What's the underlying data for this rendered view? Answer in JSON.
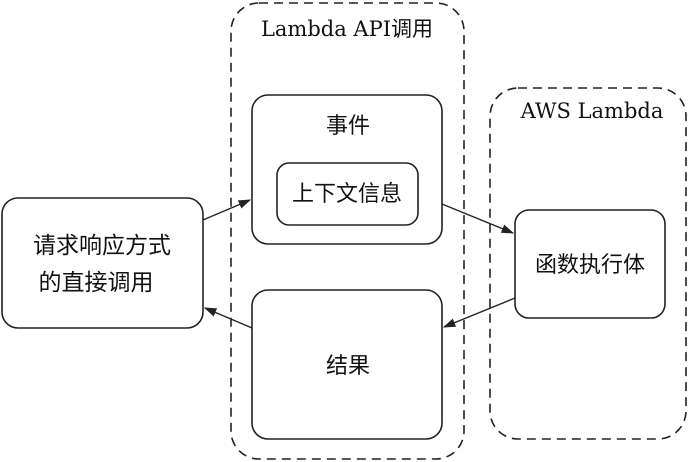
{
  "groups": {
    "api_invocation": {
      "title": "Lambda API调用"
    },
    "aws_lambda": {
      "title": "AWS Lambda"
    }
  },
  "nodes": {
    "client": {
      "line1": "请求响应方式",
      "line2": "的直接调用"
    },
    "event": {
      "label": "事件"
    },
    "context_info": {
      "label": "上下文信息"
    },
    "function_body": {
      "label": "函数执行体"
    },
    "result": {
      "label": "结果"
    }
  },
  "edges": [
    {
      "from": "client",
      "to": "event"
    },
    {
      "from": "event",
      "to": "function_body"
    },
    {
      "from": "function_body",
      "to": "result"
    },
    {
      "from": "result",
      "to": "client"
    }
  ],
  "colors": {
    "stroke": "#222222",
    "text": "#111111",
    "background": "#ffffff"
  }
}
